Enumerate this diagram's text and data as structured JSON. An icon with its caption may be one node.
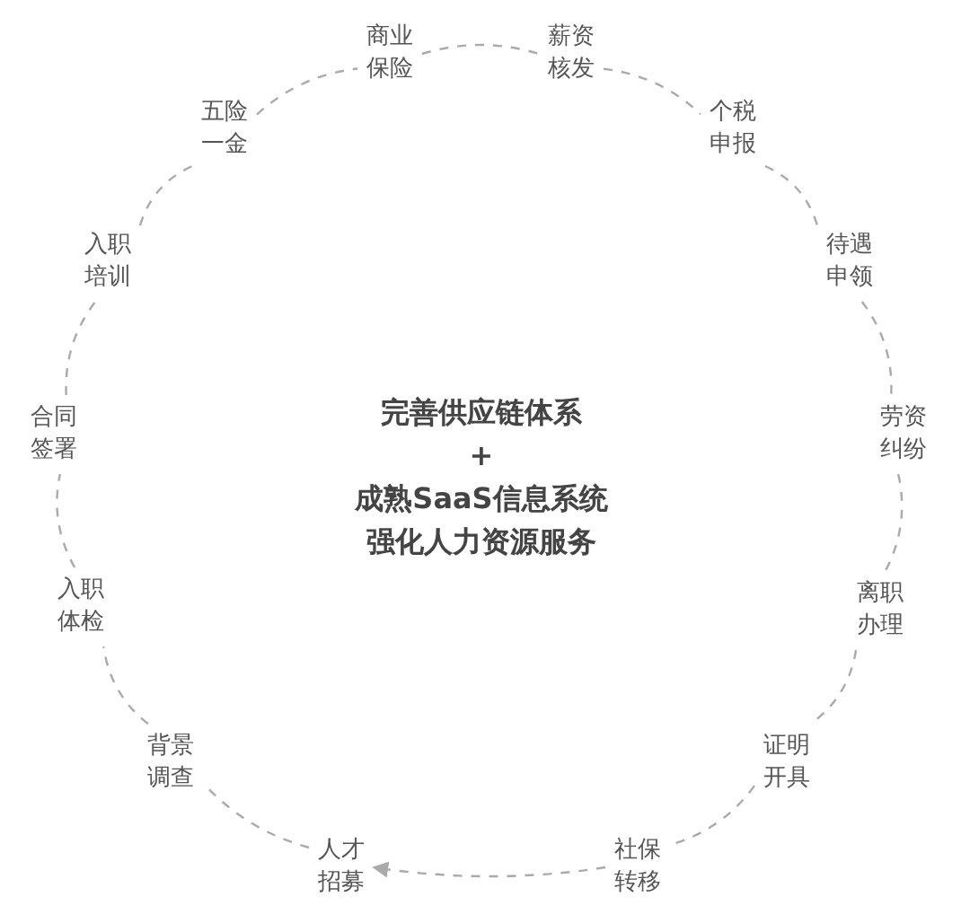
{
  "diagram": {
    "nodes": [
      {
        "text": [
          "人才招募"
        ]
      },
      {
        "text": [
          "背景调查"
        ]
      },
      {
        "text": [
          "入职体检"
        ]
      },
      {
        "text": [
          "合同签署"
        ]
      },
      {
        "text": [
          "入职培训"
        ]
      },
      {
        "text": [
          "五险一金"
        ]
      },
      {
        "text": [
          "商业保险"
        ]
      },
      {
        "text": [
          "薪资核发"
        ]
      },
      {
        "text": [
          "个税申报"
        ]
      },
      {
        "text": [
          "待遇申领"
        ]
      },
      {
        "text": [
          "劳资纠纷"
        ]
      },
      {
        "text": [
          "离职办理"
        ]
      },
      {
        "text": [
          "证明开具"
        ]
      },
      {
        "text": [
          "社保转移"
        ]
      }
    ],
    "edges": [
      {
        "from": 0,
        "to": 1,
        "arrow": "none",
        "style": "dashed"
      },
      {
        "from": 1,
        "to": 2,
        "arrow": "none",
        "style": "dashed"
      },
      {
        "from": 2,
        "to": 3,
        "arrow": "none",
        "style": "dashed"
      },
      {
        "from": 3,
        "to": 4,
        "arrow": "none",
        "style": "dashed"
      },
      {
        "from": 4,
        "to": 5,
        "arrow": "none",
        "style": "dashed"
      },
      {
        "from": 5,
        "to": 6,
        "arrow": "none",
        "style": "dashed"
      },
      {
        "from": 6,
        "to": 7,
        "arrow": "none",
        "style": "dashed"
      },
      {
        "from": 7,
        "to": 8,
        "arrow": "none",
        "style": "dashed"
      },
      {
        "from": 8,
        "to": 9,
        "arrow": "none",
        "style": "dashed"
      },
      {
        "from": 9,
        "to": 10,
        "arrow": "none",
        "style": "dashed"
      },
      {
        "from": 10,
        "to": 11,
        "arrow": "none",
        "style": "dashed"
      },
      {
        "from": 11,
        "to": 12,
        "arrow": "none",
        "style": "dashed"
      },
      {
        "from": 12,
        "to": 13,
        "arrow": "none",
        "style": "dashed"
      },
      {
        "from": 13,
        "to": 0,
        "arrow": "to",
        "style": "dashed"
      }
    ],
    "labels": [
      "完善供应链体系",
      "+",
      "成熟SaaS信息系统",
      "强化人力资源服务"
    ]
  }
}
